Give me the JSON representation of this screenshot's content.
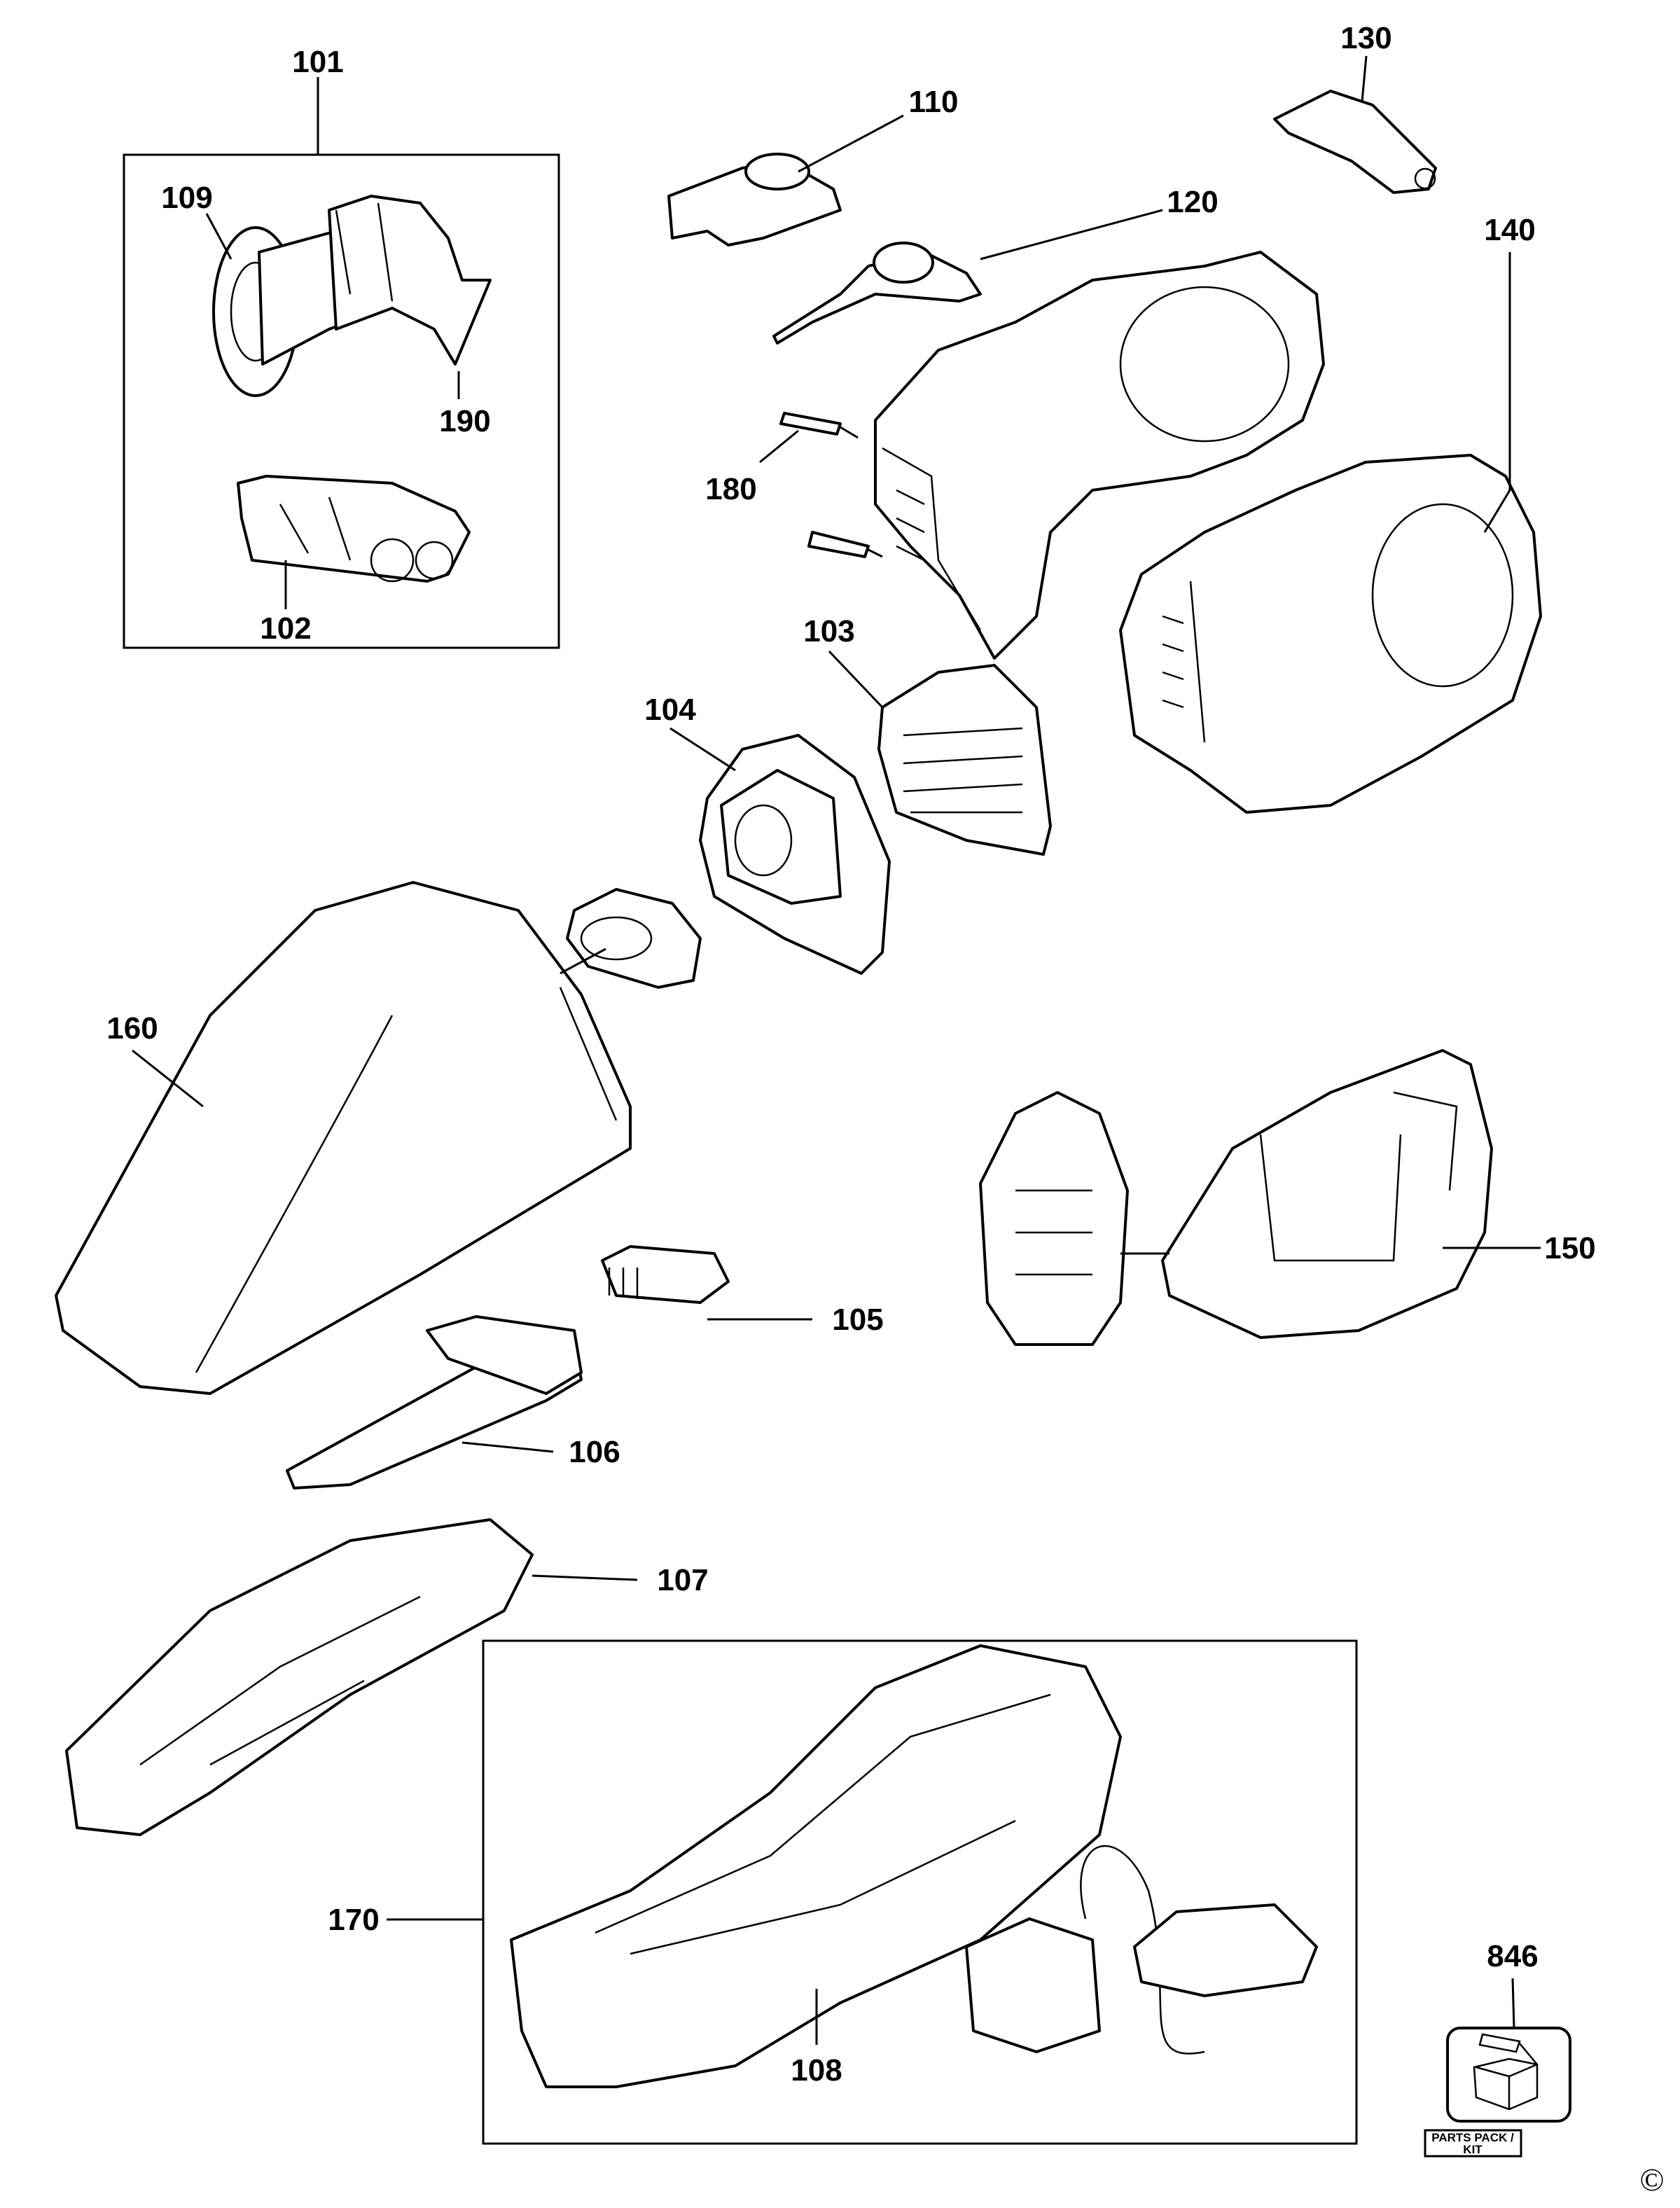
{
  "diagram": {
    "part_labels": {
      "p101": "101",
      "p109": "109",
      "p190": "190",
      "p102": "102",
      "p110": "110",
      "p120": "120",
      "p130": "130",
      "p140": "140",
      "p180": "180",
      "p103": "103",
      "p104": "104",
      "p160": "160",
      "p150": "150",
      "p105": "105",
      "p106": "106",
      "p107": "107",
      "p170": "170",
      "p108": "108",
      "p846": "846"
    },
    "parts_pack": {
      "line1": "PARTS PACK /",
      "line2": "KIT",
      "icon": "open-box-icon"
    },
    "copyright": "©"
  }
}
